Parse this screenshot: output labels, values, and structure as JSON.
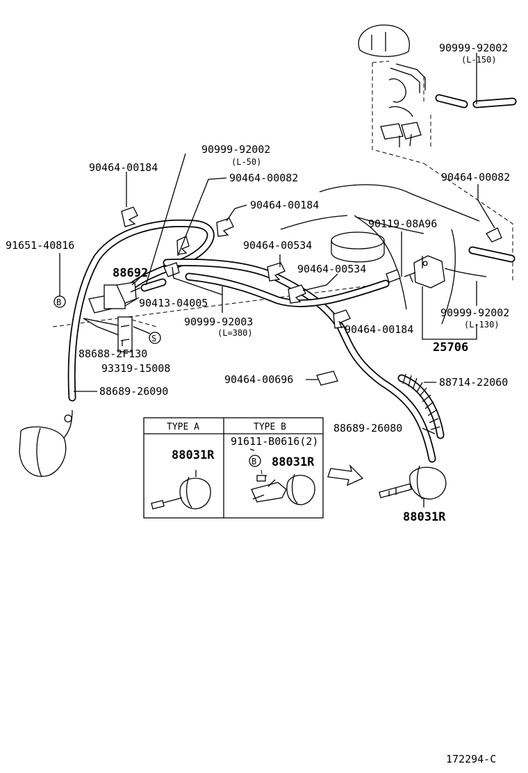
{
  "parts": {
    "p_90999_92002_top": "90999-92002",
    "len_l150": "(L-150)",
    "p_90999_92002_mid": "90999-92002",
    "len_l50": "(L-50)",
    "p_90464_00184_a": "90464-00184",
    "p_90464_00082_a": "90464-00082",
    "p_90464_00082_b": "90464-00082",
    "p_90464_00184_b": "90464-00184",
    "p_90119_08a96": "90119-08A96",
    "p_91651_40816": "91651-40816",
    "p_90464_00534_a": "90464-00534",
    "p_88692": "88692",
    "p_90464_00534_b": "90464-00534",
    "p_90413_04005": "90413-04005",
    "p_90999_92002_right": "90999-92002",
    "len_l130": "(L-130)",
    "p_90999_92003": "90999-92003",
    "len_l380": "(L=380)",
    "p_90464_00184_c": "90464-00184",
    "p_25706": "25706",
    "p_88688_2f130": "88688-2F130",
    "p_93319_15008": "93319-15008",
    "p_90464_00696": "90464-00696",
    "p_88714_22060": "88714-22060",
    "p_88689_26090": "88689-26090",
    "p_88689_26080": "88689-26080",
    "p_91611_b0616": "91611-B0616(2)",
    "p_88031r_a": "88031R",
    "p_88031r_b": "88031R",
    "p_88031r_c": "88031R"
  },
  "table": {
    "type_a": "TYPE A",
    "type_b": "TYPE B"
  },
  "markers": {
    "b_left": "B",
    "b_table": "B",
    "s_marker": "S"
  },
  "diagram_id": "172294-C"
}
